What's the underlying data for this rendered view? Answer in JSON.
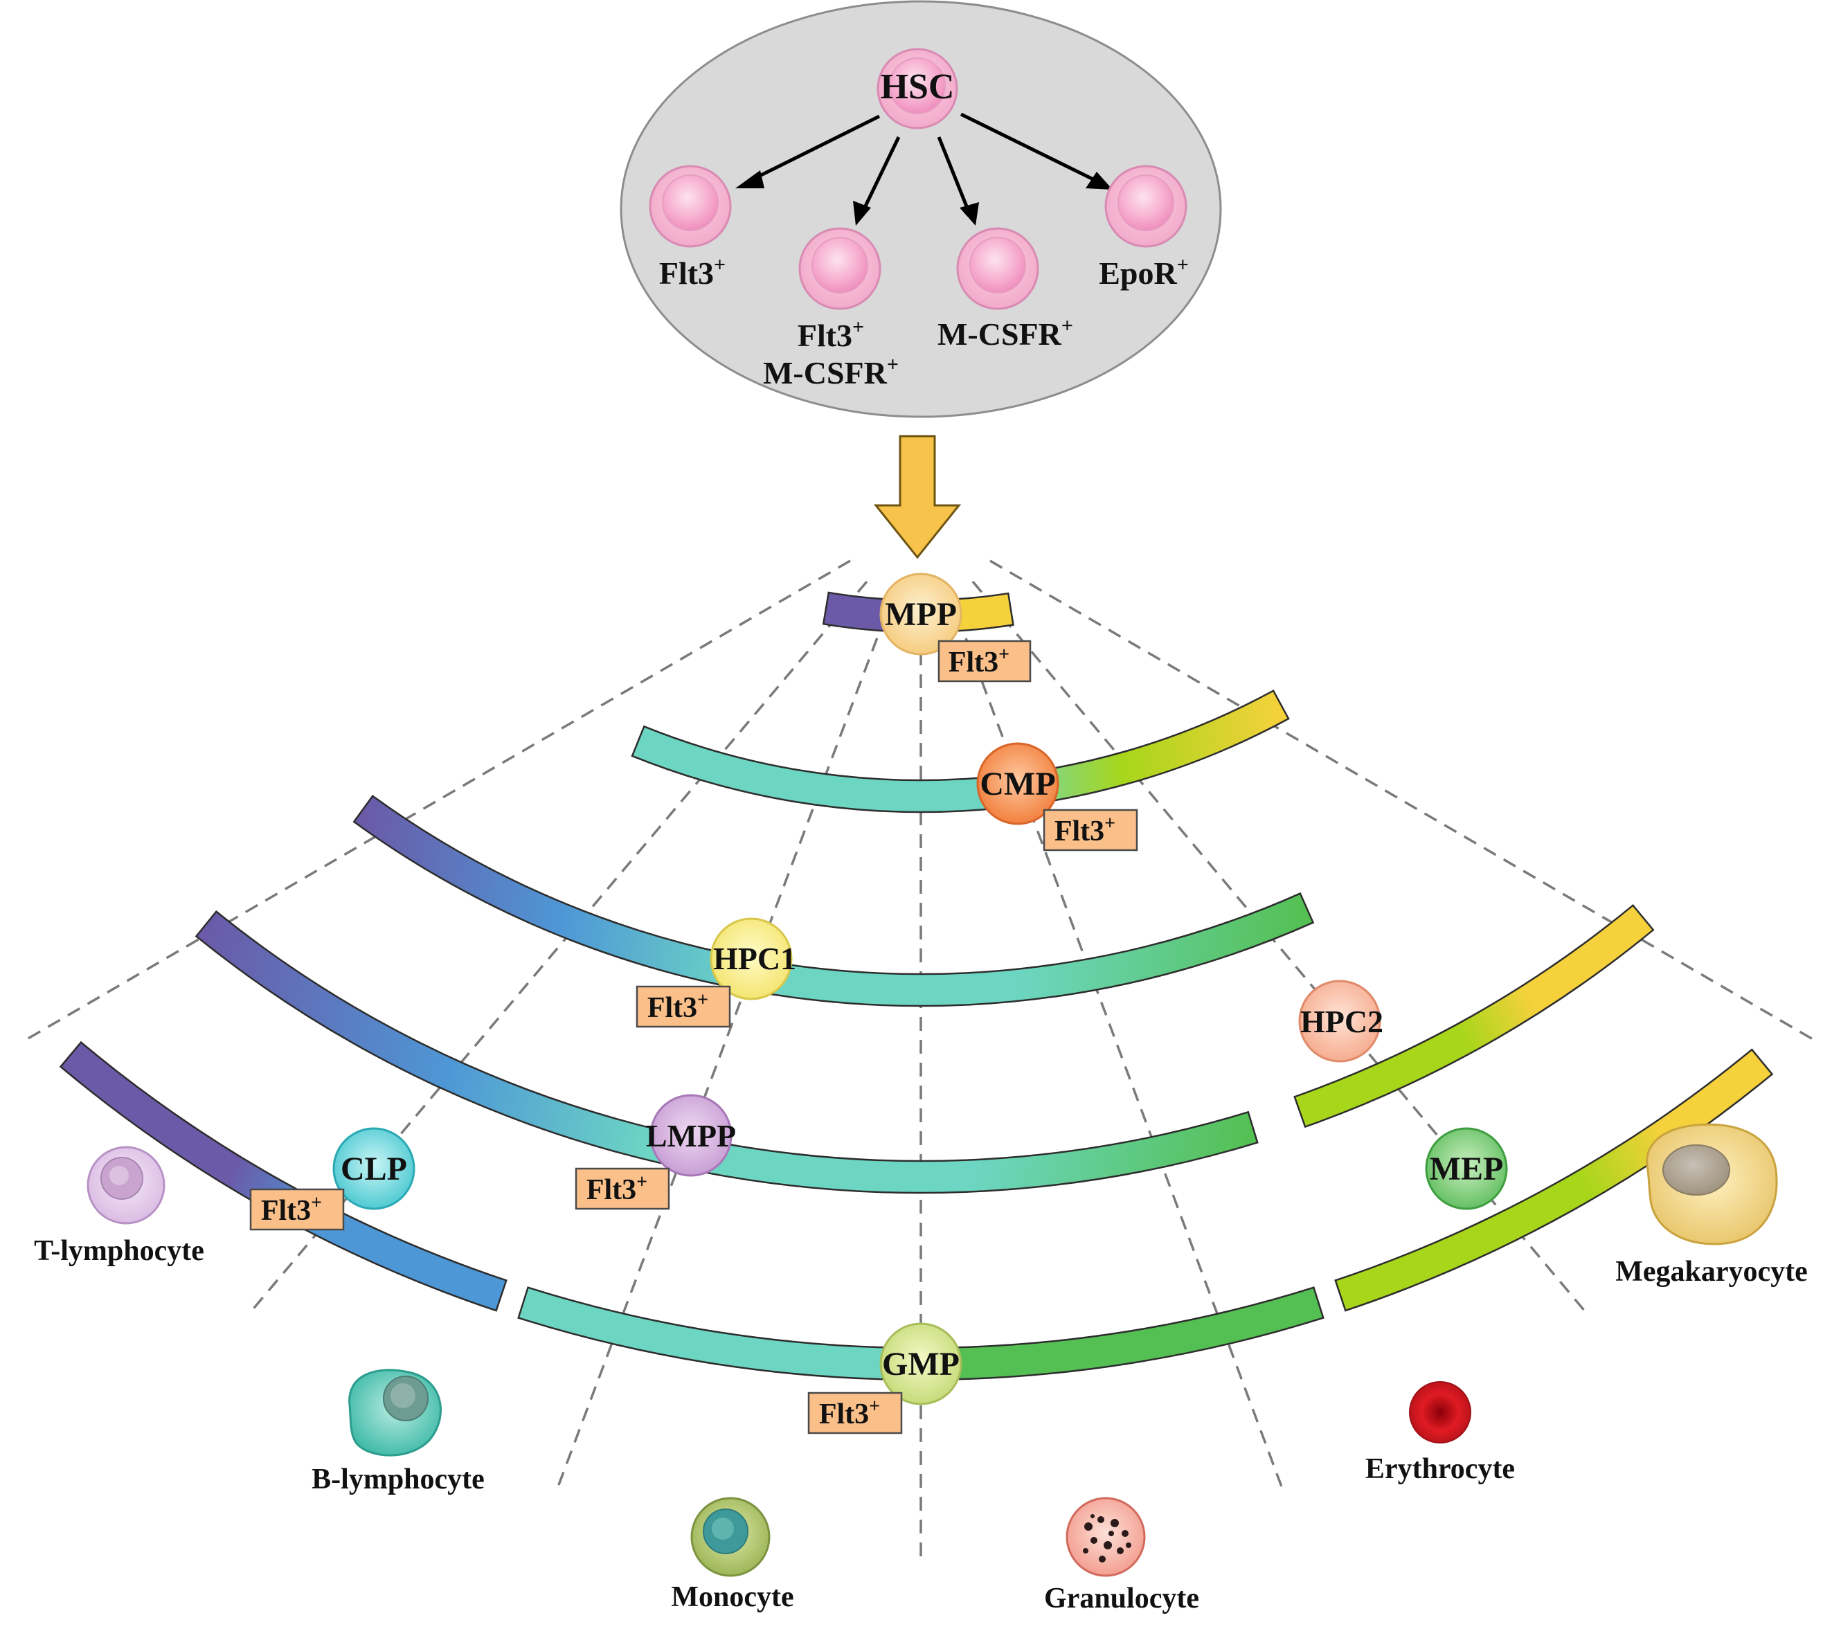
{
  "colors": {
    "ellipse_fill": "#d9d9d9",
    "arrow_yellow": "#f7c34a",
    "tag_fill": "#fbc08a",
    "lymphoid_purple": "#6a5aa8",
    "lymphoid_blue": "#4e97d6",
    "myeloid_teal": "#6dd6c3",
    "myeloid_green": "#54c053",
    "erythroid_lime": "#a7d61a",
    "megakaryocyte_yellow": "#f5d13c"
  },
  "top": {
    "hsc": "HSC",
    "subsets": [
      {
        "line1": "Flt3",
        "sup1": "+"
      },
      {
        "line1": "Flt3",
        "sup1": "+",
        "line2": "M-CSFR",
        "sup2": "+"
      },
      {
        "line1": "M-CSFR",
        "sup1": "+"
      },
      {
        "line1": "EpoR",
        "sup1": "+"
      }
    ]
  },
  "progenitors": {
    "mpp": "MPP",
    "cmp": "CMP",
    "hpc1": "HPC1",
    "hpc2": "HPC2",
    "lmpp": "LMPP",
    "clp": "CLP",
    "mep": "MEP",
    "gmp": "GMP"
  },
  "tag": {
    "text": "Flt3",
    "sup": "+"
  },
  "mature": {
    "t_lymphocyte": "T-lymphocyte",
    "b_lymphocyte": "B-lymphocyte",
    "monocyte": "Monocyte",
    "granulocyte": "Granulocyte",
    "erythrocyte": "Erythrocyte",
    "megakaryocyte": "Megakaryocyte"
  }
}
